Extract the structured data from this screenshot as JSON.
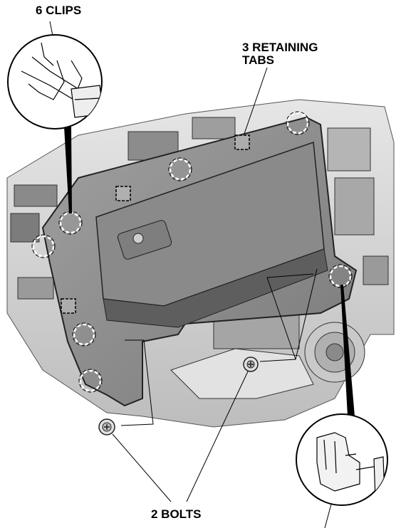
{
  "labels": {
    "clips": "6 CLIPS",
    "tabs_line1": "3 RETAINING",
    "tabs_line2": "TABS",
    "bolts": "2 BOLTS"
  },
  "colors": {
    "panel": "#909090",
    "panel_dark": "#6a6a6a",
    "background_parts": "#d8d8d8",
    "outline": "#000000",
    "marker": "#ffffff"
  },
  "icons": {
    "clip_marker": "dashed-circle",
    "tab_marker": "dashed-square"
  }
}
